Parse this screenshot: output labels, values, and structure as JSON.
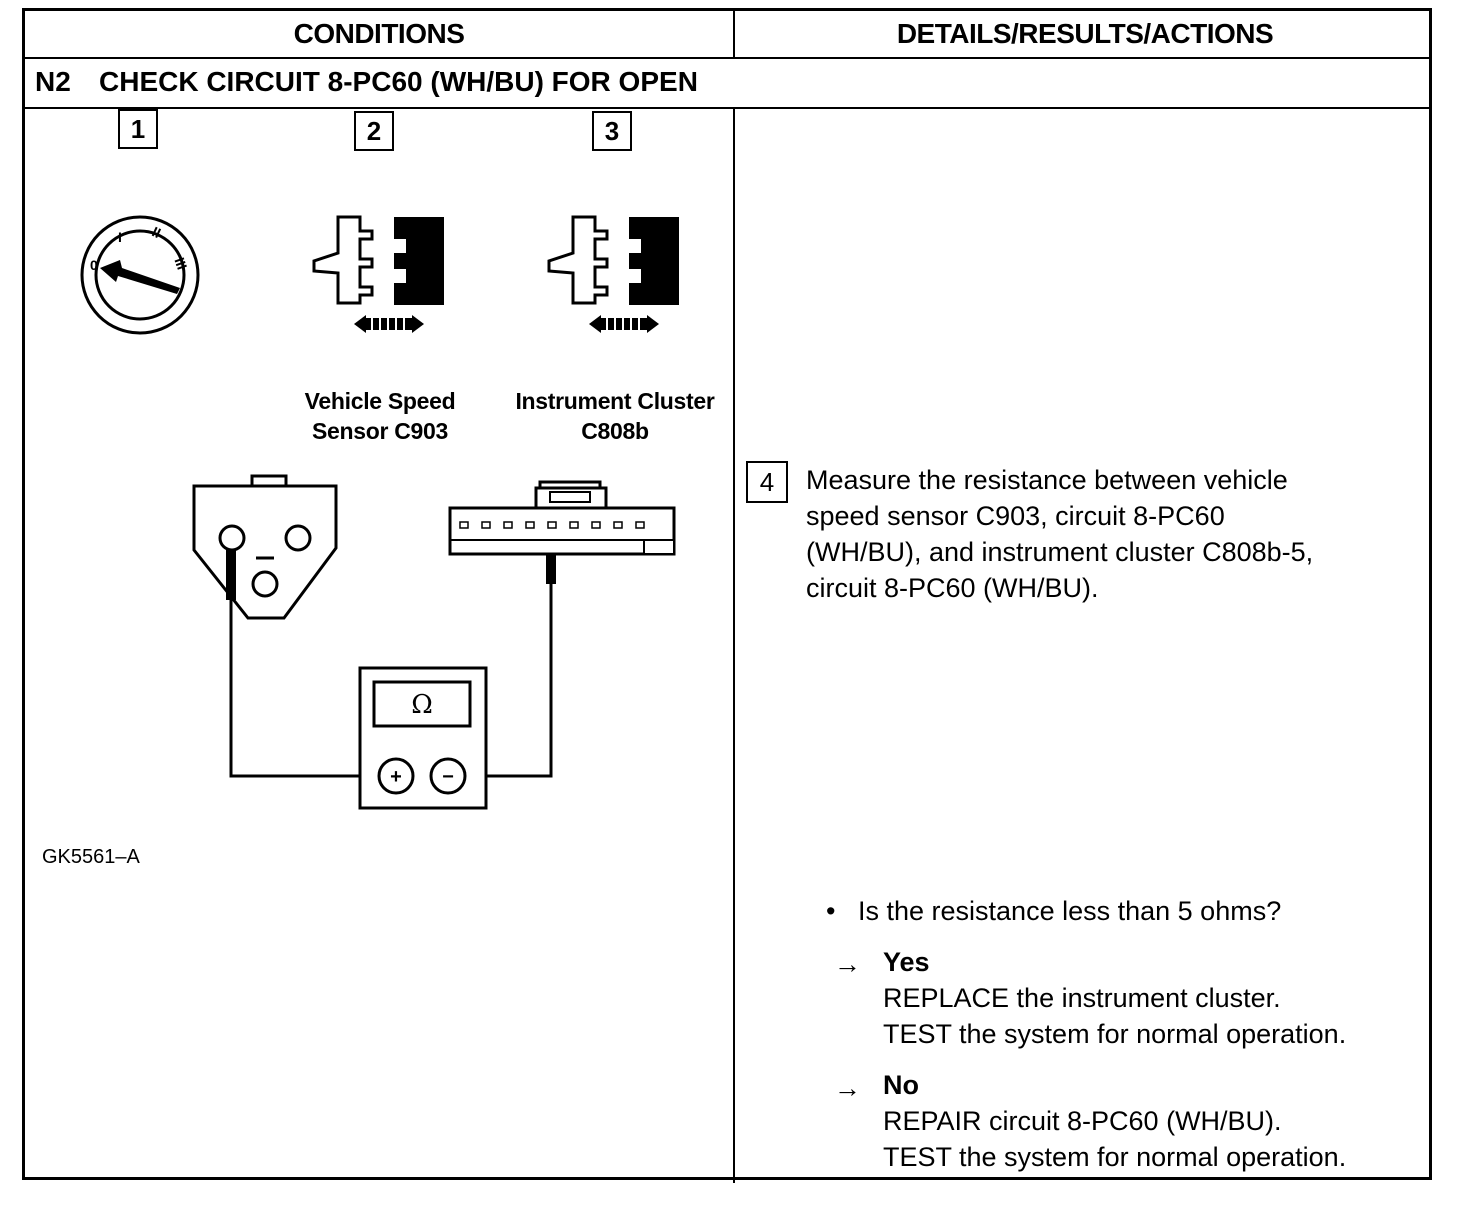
{
  "header": {
    "conditions": "CONDITIONS",
    "details": "DETAILS/RESULTS/ACTIONS"
  },
  "test_step": {
    "id": "N2",
    "title": "CHECK CIRCUIT 8-PC60 (WH/BU) FOR OPEN"
  },
  "figure": {
    "steps": [
      "1",
      "2",
      "3"
    ],
    "label_vss_line1": "Vehicle Speed",
    "label_vss_line2": "Sensor C903",
    "label_ic_line1": "Instrument Cluster",
    "label_ic_line2": "C808b",
    "meter_symbol": "Ω",
    "plus": "+",
    "minus": "−",
    "ignition_marks": [
      "0",
      "I",
      "II",
      "III"
    ],
    "figure_id": "GK5561–A"
  },
  "details": {
    "step_number": "4",
    "instruction_lines": [
      "Measure the resistance between vehicle",
      "speed sensor C903, circuit 8-PC60",
      "(WH/BU), and instrument cluster C808b-5,",
      "circuit 8-PC60 (WH/BU)."
    ],
    "question": "Is the resistance less than 5 ohms?",
    "bullet": "•",
    "arrow": "→",
    "yes": {
      "label": "Yes",
      "lines": [
        "REPLACE the instrument cluster.",
        "TEST the system for normal operation."
      ]
    },
    "no": {
      "label": "No",
      "lines": [
        "REPAIR circuit 8-PC60 (WH/BU).",
        "TEST the system for normal operation."
      ]
    }
  }
}
